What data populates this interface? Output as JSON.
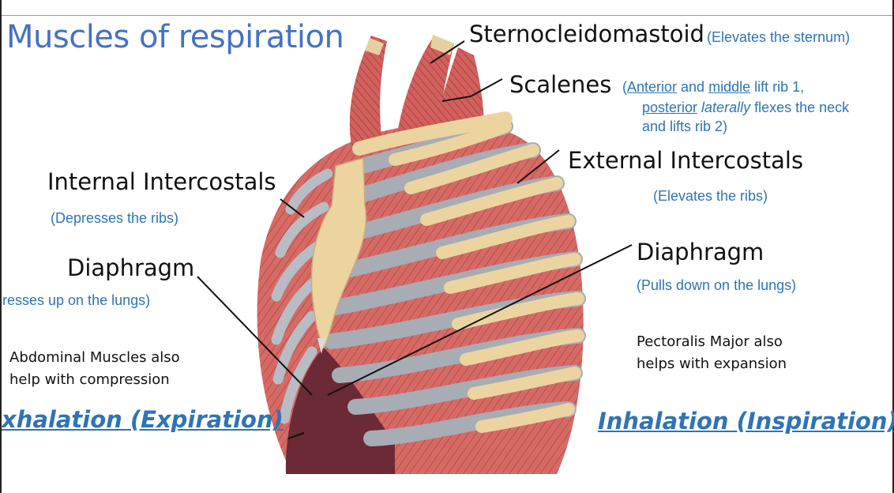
{
  "title": "Muscles of respiration",
  "labels": {
    "sternocleidomastoid": {
      "name": "Sternocleidomastoid",
      "note": "(Elevates the sternum)"
    },
    "scalenes": {
      "name": "Scalenes",
      "note_open": "(",
      "note_anterior": "Anterior",
      "note_and": " and ",
      "note_middle": "middle",
      "note_lift": " lift rib 1,",
      "note_posterior": "posterior",
      "note_space": " ",
      "note_laterally": "laterally",
      "note_flexes": " flexes the neck",
      "note_line3": "and lifts rib 2)"
    },
    "external_intercostals": {
      "name": "External Intercostals",
      "note": "(Elevates the ribs)"
    },
    "internal_intercostals": {
      "name": "Internal Intercostals",
      "note": "(Depresses the ribs)"
    },
    "diaphragm_right": {
      "name": "Diaphragm",
      "note": "(Pulls down on the lungs)"
    },
    "diaphragm_left": {
      "name": "Diaphragm",
      "note": "resses up on the lungs)"
    },
    "abdominal": {
      "line1": "Abdominal Muscles also",
      "line2": "help with compression"
    },
    "pectoralis": {
      "line1": "Pectoralis Major also",
      "line2": "helps with expansion"
    }
  },
  "phases": {
    "exhalation": "xhalation (Expiration)",
    "inhalation": "Inhalation (Inspiration)"
  },
  "colors": {
    "heading_blue": "#4472c4",
    "note_blue": "#2e74b5",
    "muscle": "#d0625e",
    "rib": "#efd9a6",
    "cartilage": "#c8ccd4",
    "diaphragm": "#6b2a35"
  }
}
